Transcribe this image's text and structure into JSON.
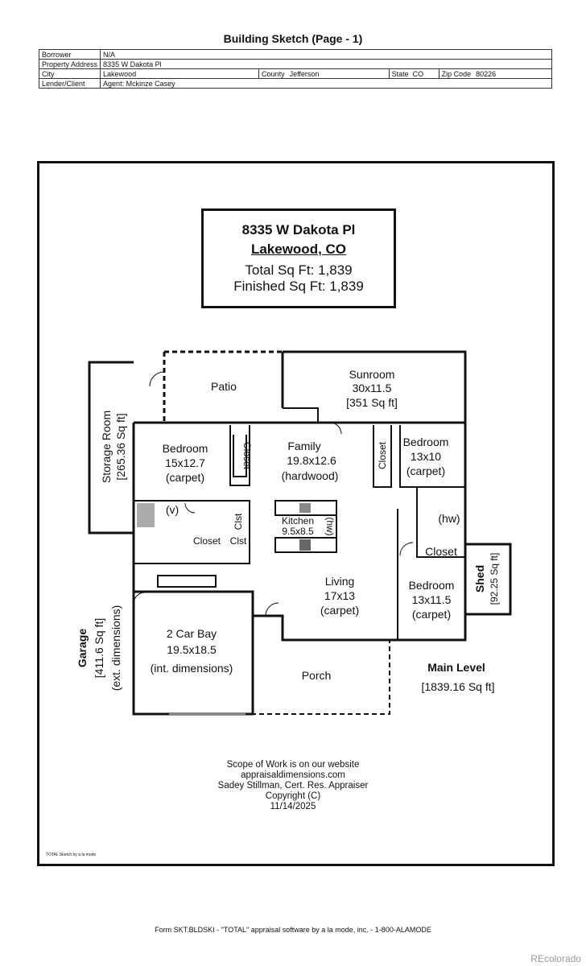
{
  "title": "Building Sketch (Page - 1)",
  "header": {
    "borrower_label": "Borrower",
    "borrower": "N/A",
    "property_label": "Property Address",
    "property": "8335 W Dakota Pl",
    "city_label": "City",
    "city": "Lakewood",
    "county_label": "County",
    "county": "Jefferson",
    "state_label": "State",
    "state": "CO",
    "zip_label": "Zip Code",
    "zip": "80226",
    "lender_label": "Lender/Client",
    "lender": "Agent: Mckinze Casey"
  },
  "address_box": {
    "line1": "8335 W Dakota Pl",
    "line2": "Lakewood, CO",
    "total": "Total Sq Ft: 1,839",
    "finished": "Finished Sq Ft: 1,839"
  },
  "rooms": {
    "patio": "Patio",
    "sunroom": "Sunroom",
    "sunroom_dim": "30x11.5",
    "sunroom_area": "[351 Sq ft]",
    "storage": "Storage Room",
    "storage_area": "[265.36 Sq ft]",
    "bedroom1": "Bedroom",
    "bedroom1_dim": "15x12.7",
    "bedroom1_floor": "(carpet)",
    "closet1": "Closet",
    "family": "Family",
    "family_dim": "19.8x12.6",
    "family_floor": "(hardwood)",
    "closet2": "Closet",
    "bedroom2": "Bedroom",
    "bedroom2_dim": "13x10",
    "bedroom2_floor": "(carpet)",
    "v_mark": "(v)",
    "clst_v": "Clst",
    "kitchen": "Kitchen",
    "kitchen_dim": "9.5x8.5",
    "hw_kitchen": "(hw)",
    "hw_bath": "(hw)",
    "closet3": "Closet",
    "clst2": "Clst",
    "closet4": "Closet",
    "living": "Living",
    "living_dim": "17x13",
    "living_floor": "(carpet)",
    "bedroom3": "Bedroom",
    "bedroom3_dim": "13x11.5",
    "bedroom3_floor": "(carpet)",
    "shed": "Shed",
    "shed_area": "[92.25 Sq ft]",
    "garage": "Garage",
    "garage_area": "[411.6 Sq ft]",
    "garage_ext": "(ext. dimensions)",
    "bay": "2 Car Bay",
    "bay_dim": "19.5x18.5",
    "bay_int": "(int. dimensions)",
    "porch": "Porch",
    "main_level": "Main Level",
    "main_area": "[1839.16 Sq ft]"
  },
  "credits": {
    "line1": "Scope of Work is on our website",
    "line2": "appraisaldimensions.com",
    "line3": "Sadey Stillman, Cert. Res. Appraiser",
    "line4": "Copyright (C)",
    "line5": "11/14/2025"
  },
  "sketch_by": "TOTAL Sketch by a la mode",
  "footer": "Form SKT.BLDSKI - \"TOTAL\" appraisal software by a la mode, inc. - 1-800-ALAMODE",
  "watermark": "REcolorado"
}
